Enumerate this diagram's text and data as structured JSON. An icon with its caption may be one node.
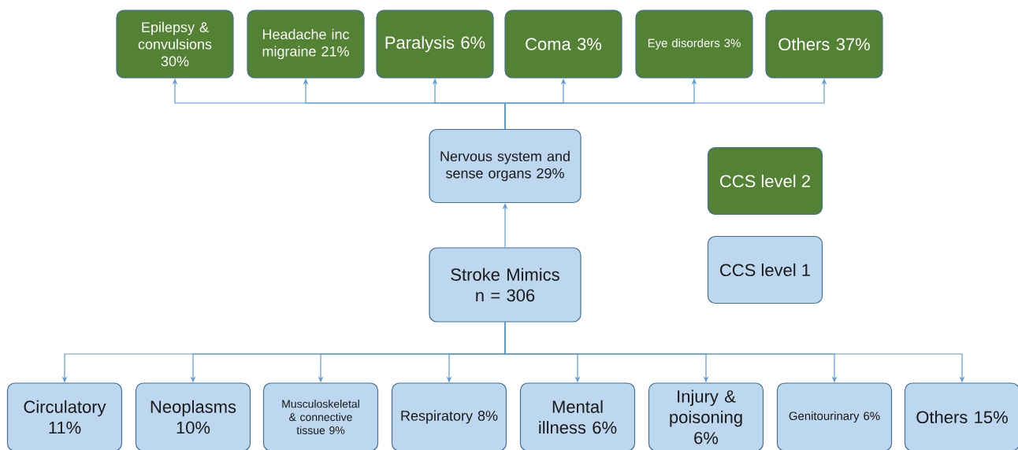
{
  "diagram": {
    "nodes": [
      {
        "text": [
          "Stroke Mimics n = 306"
        ]
      },
      {
        "text": [
          "Nervous system and sense organs 29%"
        ]
      },
      {
        "text": [
          "Epilepsy & convulsions 30%"
        ]
      },
      {
        "text": [
          "Headache inc migraine 21%"
        ]
      },
      {
        "text": [
          "Paralysis 6%"
        ]
      },
      {
        "text": [
          "Coma 3%"
        ]
      },
      {
        "text": [
          "Eye disorders 3%"
        ]
      },
      {
        "text": [
          "Others 37%"
        ]
      },
      {
        "text": [
          "Circulatory 11%"
        ]
      },
      {
        "text": [
          "Neoplasms 10%"
        ]
      },
      {
        "text": [
          "Musculoskeletal & connective tissue 9%"
        ]
      },
      {
        "text": [
          "Respiratory 8%"
        ]
      },
      {
        "text": [
          "Mental illness 6%"
        ]
      },
      {
        "text": [
          "Injury & poisoning 6%"
        ]
      },
      {
        "text": [
          "Genitourinary 6%"
        ]
      },
      {
        "text": [
          "Others 15%"
        ]
      }
    ],
    "edges": [
      {
        "from": 0,
        "to": 1,
        "arrow": "to"
      },
      {
        "from": 1,
        "to": 2,
        "arrow": "to"
      },
      {
        "from": 1,
        "to": 3,
        "arrow": "to"
      },
      {
        "from": 1,
        "to": 4,
        "arrow": "to"
      },
      {
        "from": 1,
        "to": 5,
        "arrow": "to"
      },
      {
        "from": 1,
        "to": 6,
        "arrow": "to"
      },
      {
        "from": 1,
        "to": 7,
        "arrow": "to"
      },
      {
        "from": 0,
        "to": 8,
        "arrow": "to"
      },
      {
        "from": 0,
        "to": 9,
        "arrow": "to"
      },
      {
        "from": 0,
        "to": 10,
        "arrow": "to"
      },
      {
        "from": 0,
        "to": 11,
        "arrow": "to"
      },
      {
        "from": 0,
        "to": 12,
        "arrow": "to"
      },
      {
        "from": 0,
        "to": 13,
        "arrow": "to"
      },
      {
        "from": 0,
        "to": 14,
        "arrow": "to"
      },
      {
        "from": 0,
        "to": 15,
        "arrow": "to"
      }
    ],
    "legend": [
      {
        "text": "CCS level 2",
        "color": "#548235"
      },
      {
        "text": "CCS level 1",
        "color": "#bdd7ee"
      }
    ]
  }
}
